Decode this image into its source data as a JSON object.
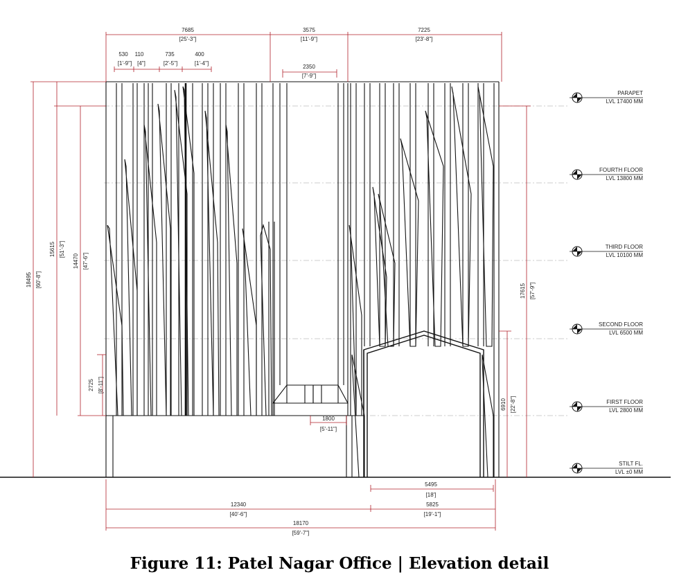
{
  "caption": "Figure 11: Patel Nagar Office | Elevation detail",
  "colors": {
    "dimension": "#b0202a",
    "linework": "#111111",
    "levels": "#999999"
  },
  "icons": {
    "level_marker": "level-datum-icon"
  },
  "levels": [
    {
      "name": "PARAPET",
      "value": "LVL 17400 MM"
    },
    {
      "name": "FOURTH FLOOR",
      "value": "LVL 13800 MM"
    },
    {
      "name": "THIRD FLOOR",
      "value": "LVL 10100 MM"
    },
    {
      "name": "SECOND FLOOR",
      "value": "LVL 6500 MM"
    },
    {
      "name": "FIRST FLOOR",
      "value": "LVL 2800 MM"
    },
    {
      "name": "STILT FL.",
      "value": "LVL ±0 MM"
    }
  ],
  "dimensions": {
    "top": [
      {
        "mm": "7685",
        "imp": "[25'-3\"]"
      },
      {
        "mm": "3575",
        "imp": "[11'-9\"]"
      },
      {
        "mm": "7225",
        "imp": "[23'-8\"]"
      }
    ],
    "small": [
      {
        "mm": "530",
        "imp": "[1'-9\"]"
      },
      {
        "mm": "110",
        "imp": "[4\"]"
      },
      {
        "mm": "735",
        "imp": "[2'-5\"]"
      },
      {
        "mm": "400",
        "imp": "[1'-4\"]"
      }
    ],
    "opening": {
      "mm": "2350",
      "imp": "[7'-9\"]"
    },
    "entry": {
      "mm": "1800",
      "imp": "[5'-11\"]"
    },
    "left_vertical": [
      {
        "mm": "18495",
        "imp": "[60'-8\"]"
      },
      {
        "mm": "15615",
        "imp": "[51'-3\"]"
      },
      {
        "mm": "14470",
        "imp": "[47'-6\"]"
      },
      {
        "mm": "2725",
        "imp": "[8'-11\"]"
      }
    ],
    "right_vertical": [
      {
        "mm": "17615",
        "imp": "[57'-9\"]"
      },
      {
        "mm": "6910",
        "imp": "[22'-8\"]"
      }
    ],
    "bottom": [
      {
        "mm": "5495",
        "imp": "[18']"
      },
      {
        "mm": "12340",
        "imp": "[40'-6\"]"
      },
      {
        "mm": "5825",
        "imp": "[19'-1\"]"
      },
      {
        "mm": "18170",
        "imp": "[59'-7\"]"
      }
    ]
  }
}
